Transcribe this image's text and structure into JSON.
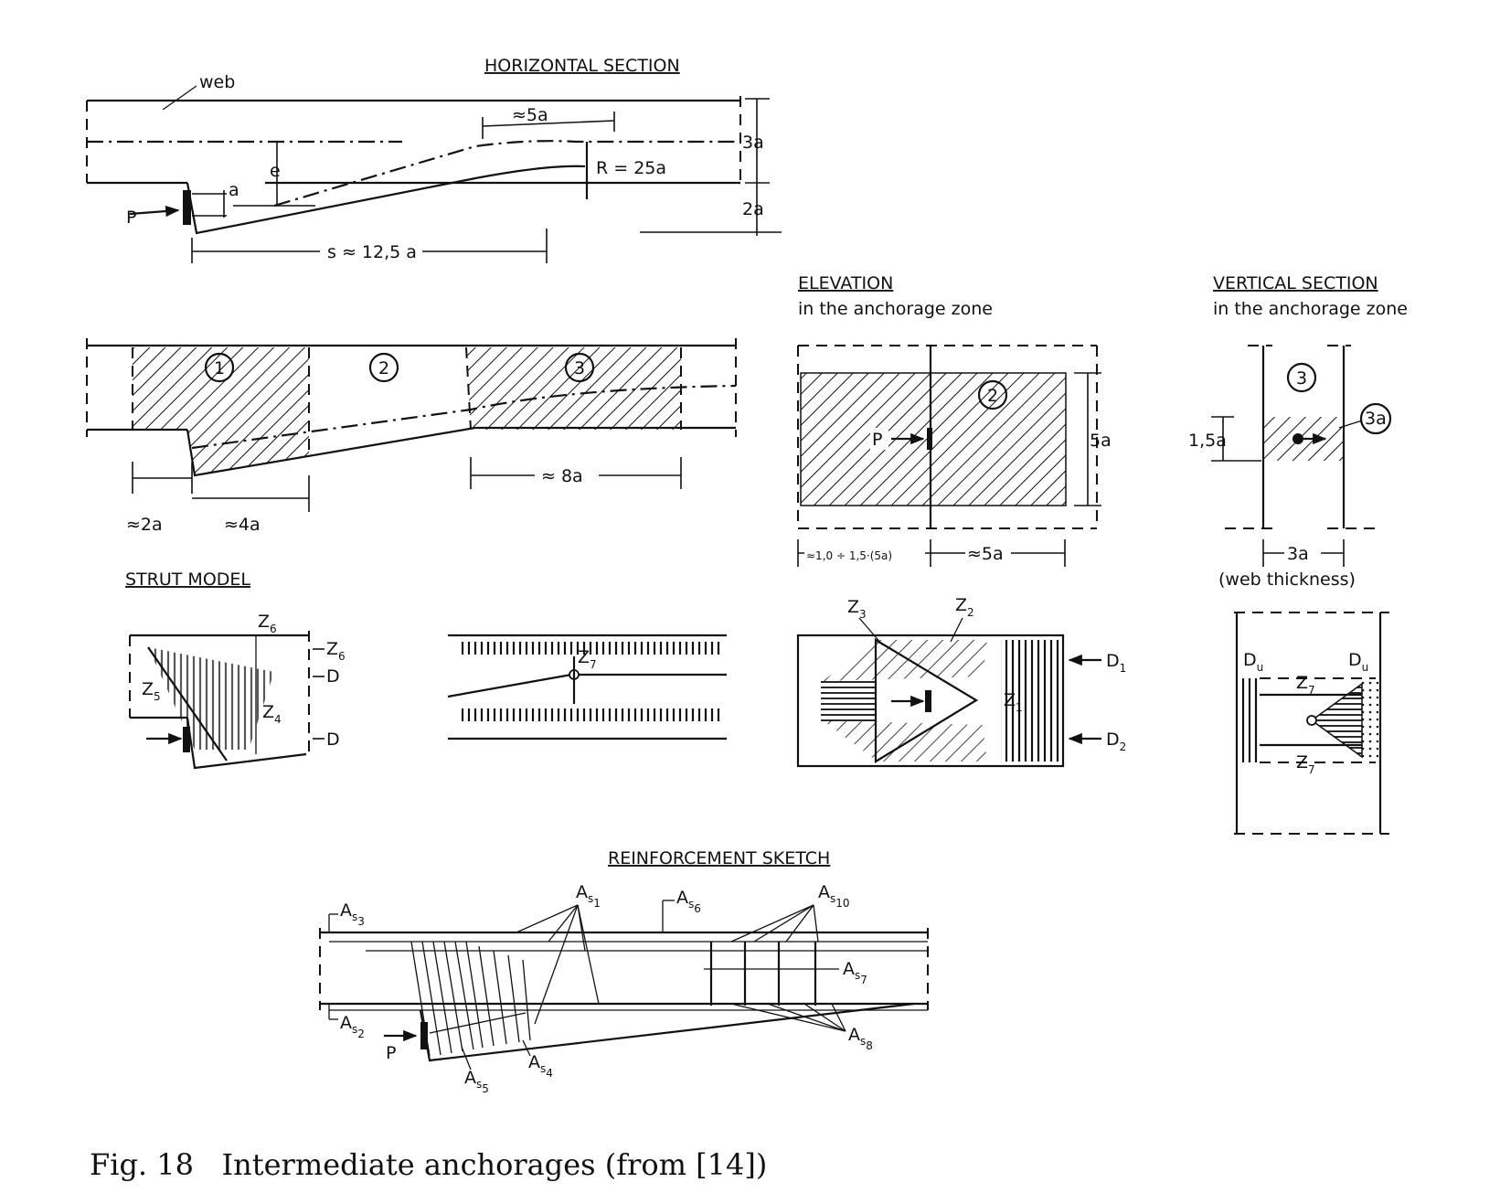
{
  "horizontal_section": {
    "title": "HORIZONTAL SECTION",
    "web_label": "web",
    "dim_5a": "≈5a",
    "dim_3a": "3a",
    "dim_2a": "2a",
    "radius_label": "R = 25a",
    "a_label": "a",
    "e_label": "e",
    "p_label": "P",
    "s_label": "s ≈ 12,5 a"
  },
  "zones": {
    "zone1": "1",
    "zone2": "2",
    "zone3": "3",
    "dim_2a": "≈2a",
    "dim_4a": "≈4a",
    "dim_8a": "≈ 8a"
  },
  "elevation": {
    "title": "ELEVATION",
    "subtitle": "in the anchorage zone",
    "zone_label": "2",
    "p_label": "P",
    "dim_5a_vert": "5a",
    "dim_left": "≈1,0 ÷ 1,5·(5a)",
    "dim_right": "≈5a"
  },
  "vertical_section": {
    "title": "VERTICAL SECTION",
    "subtitle": "in the anchorage zone",
    "zone_label": "3",
    "zone_3a_label": "3a",
    "dim_15a": "1,5a",
    "dim_3a": "3a",
    "web_thickness": "(web thickness)"
  },
  "strut_model": {
    "title": "STRUT MODEL",
    "z6_top": "Z",
    "z6_top_sub": "6",
    "z6_right": "Z",
    "z6_right_sub": "6",
    "z5": "Z",
    "z5_sub": "5",
    "z4": "Z",
    "z4_sub": "4",
    "d1": "D",
    "d2": "D",
    "z7": "Z",
    "z7_sub": "7"
  },
  "elevation_model": {
    "z3": "Z",
    "z3_sub": "3",
    "z2": "Z",
    "z2_sub": "2",
    "z1": "Z",
    "z1_sub": "1",
    "d1": "D",
    "d1_sub": "1",
    "d2": "D",
    "d2_sub": "2"
  },
  "section_model": {
    "du_left": "D",
    "du_left_sub": "u",
    "du_right": "D",
    "du_right_sub": "u",
    "z7_top": "Z",
    "z7_top_sub": "7",
    "z7_bottom": "Z",
    "z7_bottom_sub": "7"
  },
  "reinforcement": {
    "title": "REINFORCEMENT SKETCH",
    "as_prefix": "A",
    "s_sub": "s",
    "as3": "3",
    "as1": "1",
    "as6": "6",
    "as10": "10",
    "as7": "7",
    "as2": "2",
    "as5": "5",
    "as4": "4",
    "as8": "8",
    "p_label": "P"
  },
  "caption": "Fig. 18   Intermediate anchorages (from [14])"
}
